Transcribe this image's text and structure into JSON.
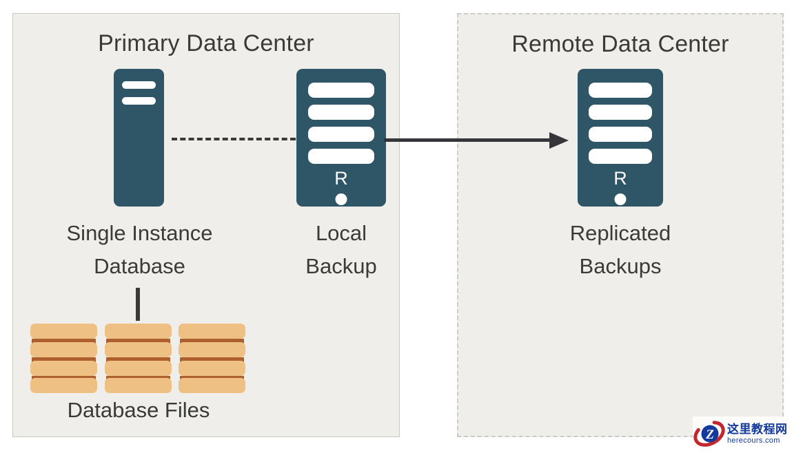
{
  "diagram": {
    "title_primary": "Primary Data Center",
    "title_remote": "Remote Data Center",
    "colors": {
      "panel_background": "#efeeea",
      "panel_border_solid": "#c9c8c4",
      "panel_border_dashed": "#cccbc6",
      "server_fill": "#2f5667",
      "server_bar": "#ffffff",
      "connector": "#3a3a38",
      "arrow": "#35353a",
      "disk_light": "#eec083",
      "disk_dark": "#ad5f2f",
      "text": "#3a3a38",
      "watermark_blue": "#12399b",
      "watermark_red": "#c1272d"
    },
    "nodes": [
      {
        "id": "single-instance-database",
        "icon": "server-icon",
        "caption": "Single Instance\nDatabase",
        "bars": 2,
        "badge": "",
        "has_status_dot": false
      },
      {
        "id": "local-backup",
        "icon": "server-icon",
        "caption": "Local\nBackup",
        "bars": 4,
        "badge": "R",
        "has_status_dot": true
      },
      {
        "id": "replicated-backups",
        "icon": "server-icon",
        "caption": "Replicated\nBackups",
        "bars": 4,
        "badge": "R",
        "has_status_dot": true
      }
    ],
    "storage": {
      "caption": "Database Files",
      "stack_count": 3,
      "disks_per_stack": 4,
      "separators_per_stack": 3
    },
    "connectors": [
      {
        "id": "dashed-link",
        "style": "dashed",
        "from": "single-instance-database",
        "to": "local-backup",
        "arrowhead": false
      },
      {
        "id": "vertical-link",
        "style": "solid",
        "from": "single-instance-database",
        "to": "database-files",
        "arrowhead": false
      },
      {
        "id": "replication-arrow",
        "style": "solid",
        "from": "local-backup",
        "to": "replicated-backups",
        "arrowhead": true
      }
    ]
  },
  "watermark": {
    "chinese": "这里教程网",
    "url": "herecours.com",
    "logo_letter": "Z"
  }
}
